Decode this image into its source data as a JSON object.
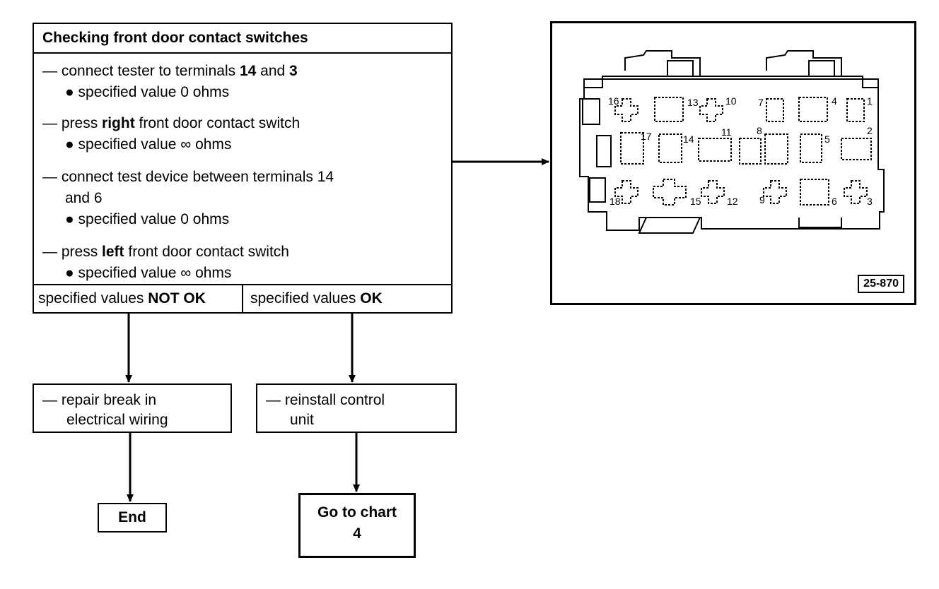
{
  "main": {
    "title": "Checking front door contact switches",
    "steps": [
      {
        "dash": "— ",
        "pre": "connect tester to terminals ",
        "b1": "14",
        "mid": " and ",
        "b2": "3",
        "bullet": "● specified value 0 ohms"
      },
      {
        "dash": "— ",
        "pre": "press ",
        "b1": "right",
        "post": " front door contact switch",
        "bullet": "● specified value ∞ ohms"
      },
      {
        "dash": "— ",
        "line1": "connect test device between terminals 14",
        "line2": "and 6",
        "bullet": "● specified value 0 ohms"
      },
      {
        "dash": "— ",
        "pre": "press ",
        "b1": "left",
        "post": " front door contact switch",
        "bullet": "● specified value ∞ ohms"
      }
    ],
    "result_nok_pre": "specified values ",
    "result_nok_b": "NOT OK",
    "result_ok_pre": "specified values ",
    "result_ok_b": "OK"
  },
  "repair": {
    "line1": "— repair break in",
    "line2": "electrical wiring"
  },
  "reinstall": {
    "line1": "— reinstall control",
    "line2": "unit"
  },
  "end": "End",
  "goto": {
    "line1": "Go to chart",
    "line2": "4"
  },
  "figure": {
    "ref": "25-870",
    "terminals": [
      "16",
      "13",
      "10",
      "7",
      "4",
      "1",
      "17",
      "14",
      "11",
      "8",
      "5",
      "2",
      "18",
      "15",
      "12",
      "9",
      "6",
      "3"
    ]
  }
}
